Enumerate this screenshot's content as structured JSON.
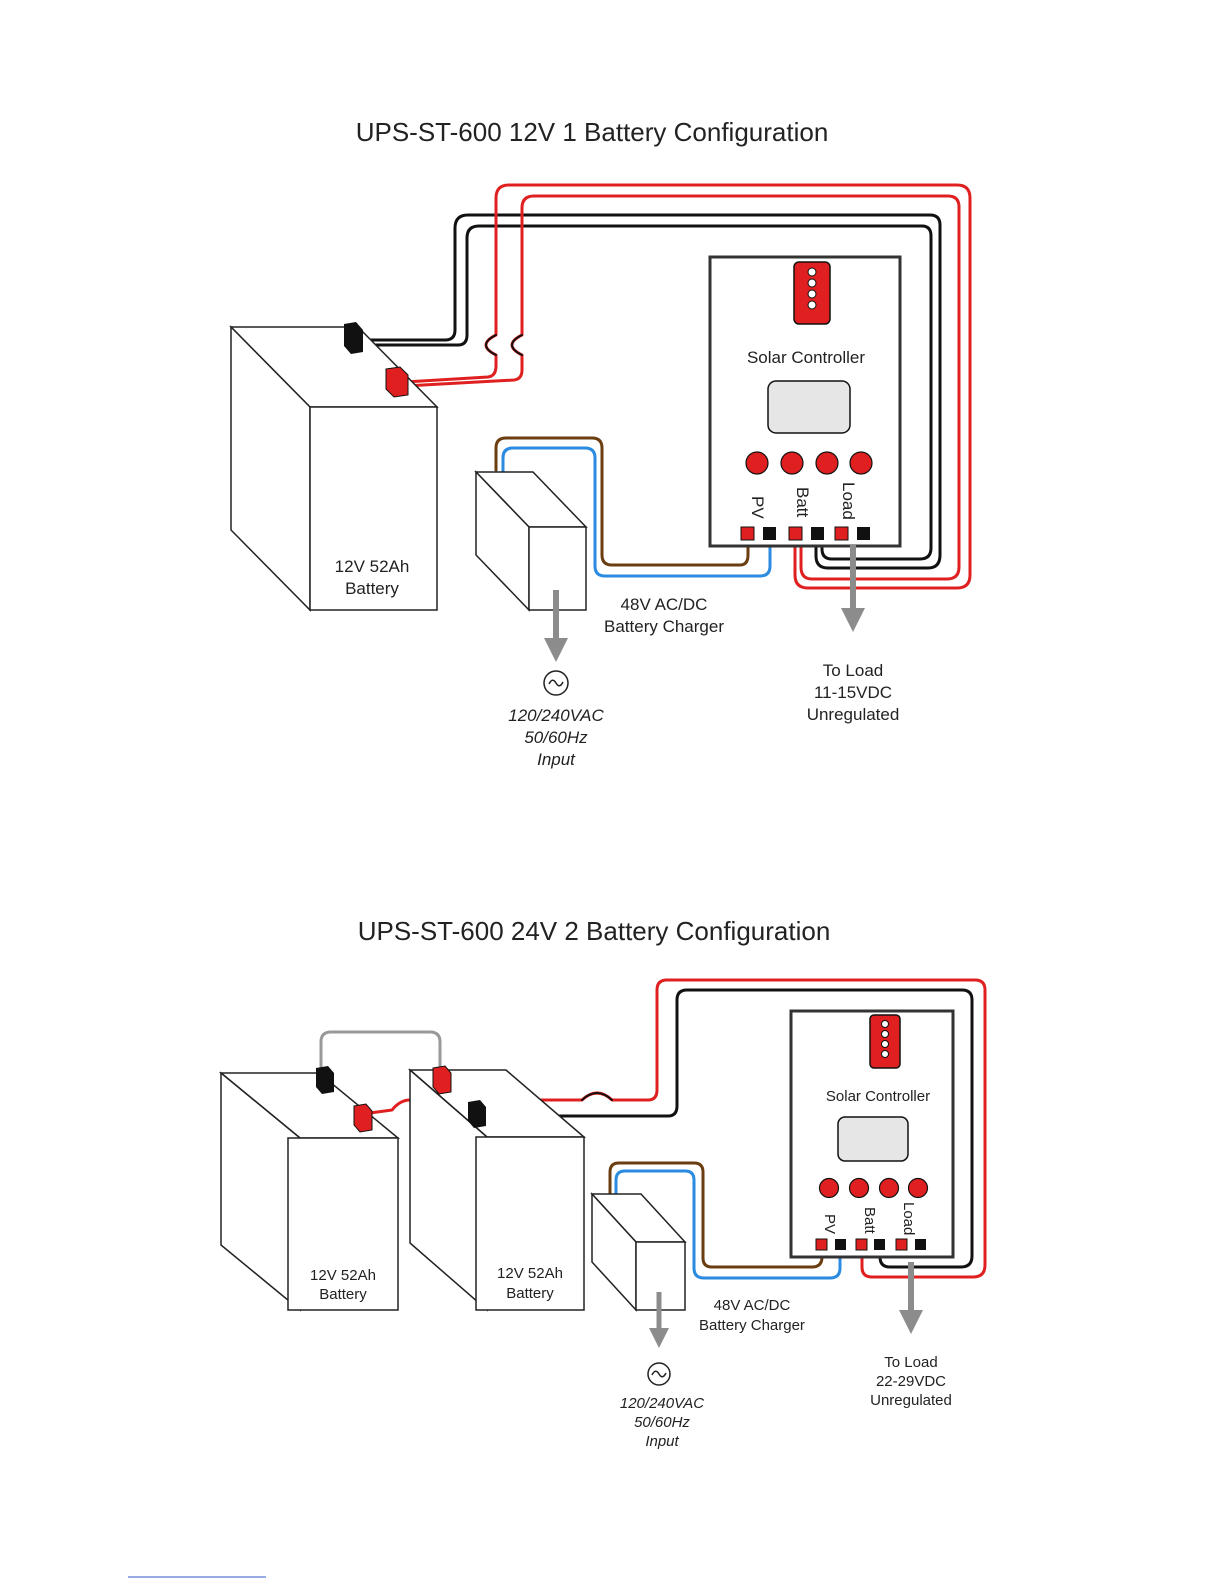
{
  "colors": {
    "positive": "#e02020",
    "negative": "#111111",
    "ac_brown": "#6b3e12",
    "ac_blue": "#2a8be0",
    "jumper": "#999999",
    "arrow": "#8c8c8c",
    "button": "#e02020"
  },
  "diagram1": {
    "title": "UPS-ST-600  12V   1 Battery Configuration",
    "controller_label": "Solar Controller",
    "terminals": [
      "PV",
      "Batt",
      "Load"
    ],
    "battery": {
      "line1": "12V  52Ah",
      "line2": "Battery"
    },
    "charger": {
      "line1": "48V  AC/DC",
      "line2": "Battery Charger"
    },
    "ac_input": {
      "line1": "120/240VAC",
      "line2": "50/60Hz",
      "line3": "Input"
    },
    "load": {
      "line1": "To Load",
      "line2": "11-15VDC",
      "line3": "Unregulated"
    }
  },
  "diagram2": {
    "title": "UPS-ST-600  24V   2 Battery Configuration",
    "controller_label": "Solar Controller",
    "terminals": [
      "PV",
      "Batt",
      "Load"
    ],
    "battery_left": {
      "line1": "12V  52Ah",
      "line2": "Battery"
    },
    "battery_right": {
      "line1": "12V  52Ah",
      "line2": "Battery"
    },
    "charger": {
      "line1": "48V  AC/DC",
      "line2": "Battery Charger"
    },
    "ac_input": {
      "line1": "120/240VAC",
      "line2": "50/60Hz",
      "line3": "Input"
    },
    "load": {
      "line1": "To Load",
      "line2": "22-29VDC",
      "line3": "Unregulated"
    }
  }
}
